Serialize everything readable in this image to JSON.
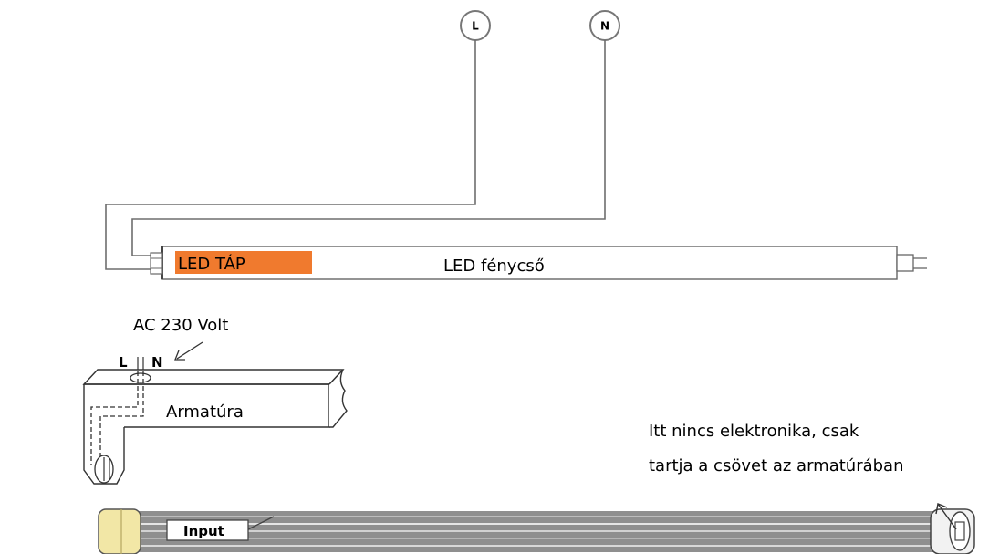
{
  "terminals": {
    "line": "L",
    "neutral": "N"
  },
  "top_tube": {
    "driver_label": "LED TÁP",
    "tube_label": "LED fénycső"
  },
  "fixture": {
    "voltage_label": "AC 230 Volt",
    "pin_l": "L",
    "pin_n": "N",
    "fixture_label": "Armatúra"
  },
  "bottom_tube": {
    "input_label": "Input",
    "note_line1": "Itt nincs elektronika, csak",
    "note_line2": "tartja a csövet az armatúrában"
  },
  "colors": {
    "driver_fill": "#f07a2e",
    "tube_body": "#8f8f8f",
    "end_cap": "#f2e7a6"
  }
}
